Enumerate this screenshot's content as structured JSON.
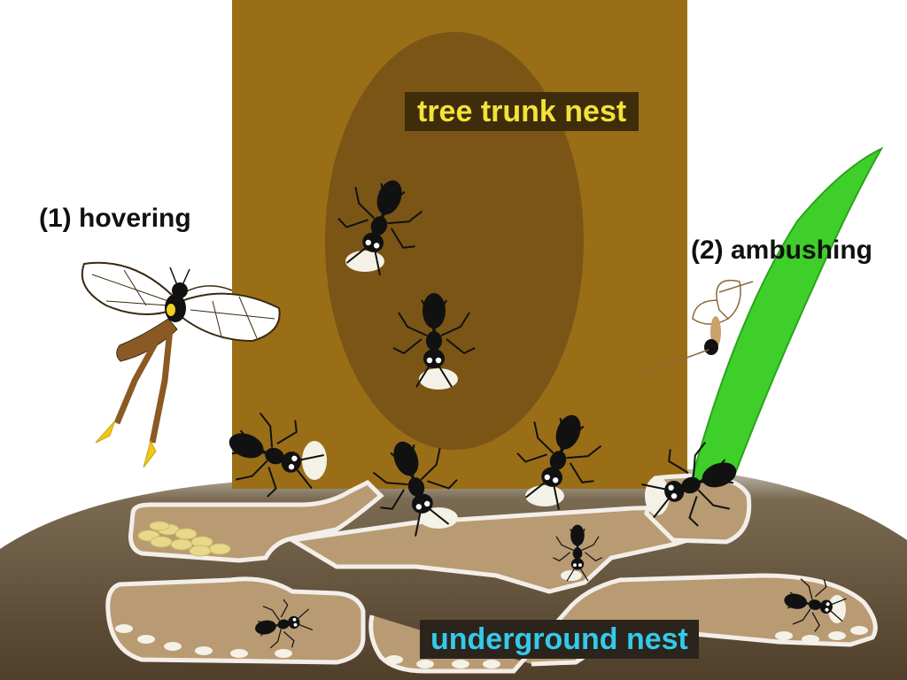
{
  "labels": {
    "hovering": "(1) hovering",
    "ambushing": "(2) ambushing",
    "tree_trunk_nest": "tree trunk nest",
    "underground_nest": "underground nest"
  },
  "colors": {
    "tree_trunk": "#9a6e17",
    "trunk_cavity": "#7a5516",
    "soil": "#5b4a33",
    "tunnel": "#b89a73",
    "tunnel_outline": "#f3eee8",
    "grass_blade": "#3fcf2a",
    "tree_label_text": "#f2e23a",
    "underground_label_text": "#35c9ea",
    "ant": "#111111",
    "larva": "#f4f1e6",
    "eggs": "#e8d98a"
  }
}
